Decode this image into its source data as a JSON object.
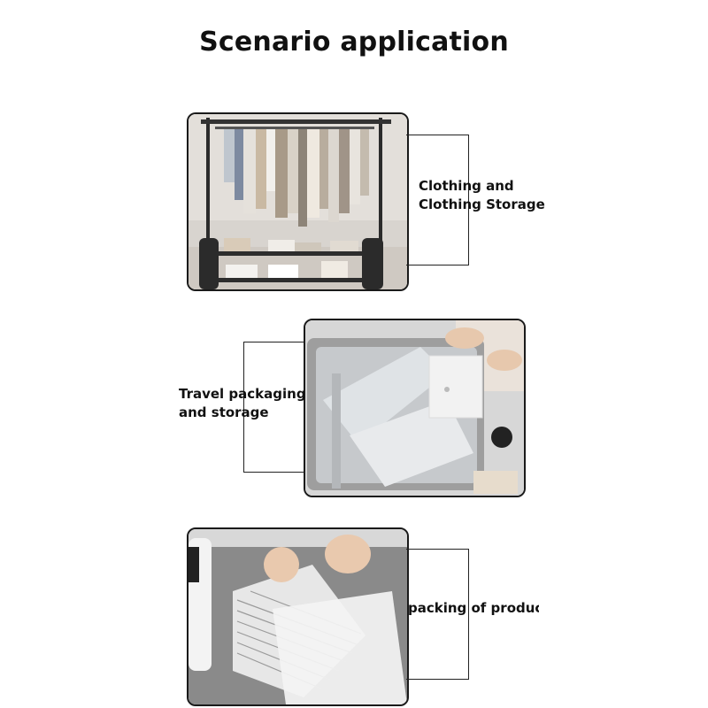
{
  "title": "Scenario application",
  "scenarios": [
    {
      "lines": [
        "Clothing and",
        "Clothing Storage"
      ]
    },
    {
      "lines": [
        "Travel packaging",
        "and storage"
      ]
    },
    {
      "lines": [
        "packing of products"
      ]
    }
  ]
}
